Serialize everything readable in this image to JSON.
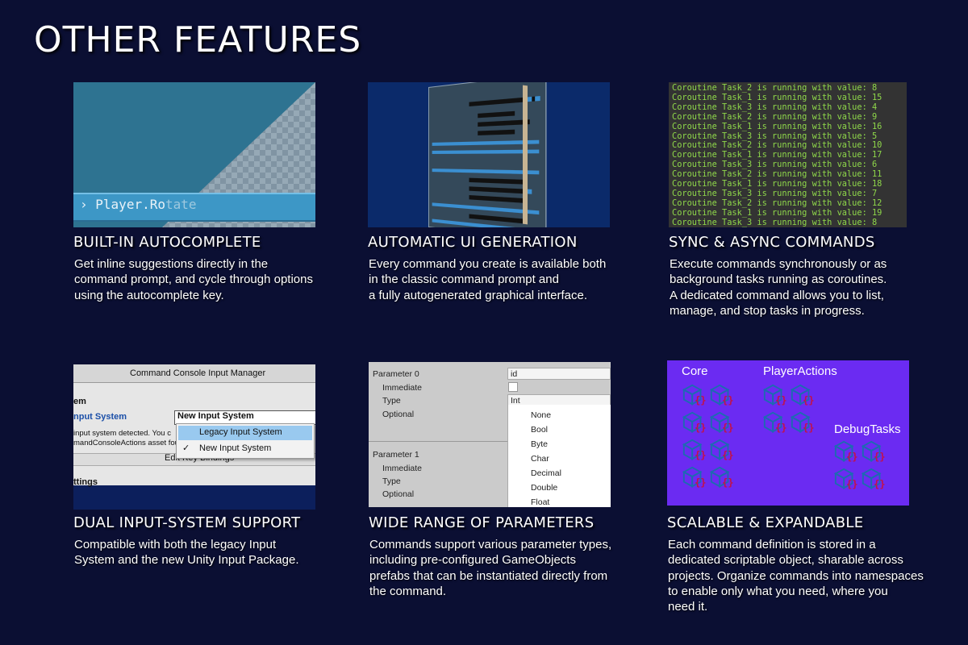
{
  "page": {
    "title": "OTHER FEATURES"
  },
  "features": [
    {
      "title": "BUILT-IN AUTOCOMPLETE",
      "desc": [
        "Get inline suggestions directly in the",
        "command prompt, and cycle through options",
        "using the autocomplete key."
      ],
      "shot": {
        "typed": "Player.Ro",
        "suggested": "tate",
        "caret": "›"
      }
    },
    {
      "title": "AUTOMATIC UI GENERATION",
      "desc": [
        "Every command you create is available both",
        "in the classic command prompt and",
        "a fully autogenerated graphical interface."
      ]
    },
    {
      "title": "SYNC & ASYNC COMMANDS",
      "desc": [
        "Execute commands synchronously or as",
        "background tasks running as coroutines.",
        "A dedicated command allows you to list,",
        "manage, and stop tasks in progress."
      ],
      "shot": {
        "lines": [
          "Coroutine Task_2 is running with value: 8",
          "Coroutine Task_1 is running with value: 15",
          "Coroutine Task_3 is running with value: 4",
          "Coroutine Task_2 is running with value: 9",
          "Coroutine Task_1 is running with value: 16",
          "Coroutine Task_3 is running with value: 5",
          "Coroutine Task_2 is running with value: 10",
          "Coroutine Task_1 is running with value: 17",
          "Coroutine Task_3 is running with value: 6",
          "Coroutine Task_2 is running with value: 11",
          "Coroutine Task_1 is running with value: 18",
          "Coroutine Task_3 is running with value: 7",
          "Coroutine Task_2 is running with value: 12",
          "Coroutine Task_1 is running with value: 19",
          "Coroutine Task_3 is running with value: 8"
        ]
      }
    },
    {
      "title": "DUAL INPUT-SYSTEM SUPPORT",
      "desc": [
        "Compatible with both the legacy Input",
        "System and the new Unity Input Package."
      ],
      "shot": {
        "header": "Command Console Input Manager",
        "section": "em",
        "field_label": "nput System",
        "combo_value": "New Input System",
        "options": [
          "Legacy Input System",
          "New Input System"
        ],
        "checked": "✓",
        "msg1": "input system detected. You c",
        "msg2": "mandConsoleActions asset fou",
        "button": "Edit Key Bindings",
        "footer": "ttings"
      }
    },
    {
      "title": "WIDE RANGE OF PARAMETERS",
      "desc": [
        "Commands support various parameter types,",
        "including pre-configured GameObjects",
        "prefabs that can be instantiated directly from",
        "the command."
      ],
      "shot": {
        "param0": "Parameter 0",
        "param1": "Parameter 1",
        "immediate": "Immediate",
        "type": "Type",
        "optional": "Optional",
        "id_value": "id",
        "type_value": "Int",
        "options": [
          "None",
          "Bool",
          "Byte",
          "Char",
          "Decimal",
          "Double",
          "Float"
        ]
      }
    },
    {
      "title": "SCALABLE & EXPANDABLE",
      "desc": [
        "Each command definition is stored in a",
        "dedicated scriptable object, sharable across",
        "projects. Organize commands into namespaces",
        "to enable only what you need, where you",
        "need it."
      ],
      "shot": {
        "groups": [
          "Core",
          "PlayerActions",
          "DebugTasks"
        ]
      }
    }
  ],
  "colors": {
    "background": "#0b0f33",
    "console_text": "#8fd84a",
    "namespace_bg": "#6b2bf2",
    "cube": "#1d6bb0",
    "braces": "#c0134a"
  }
}
